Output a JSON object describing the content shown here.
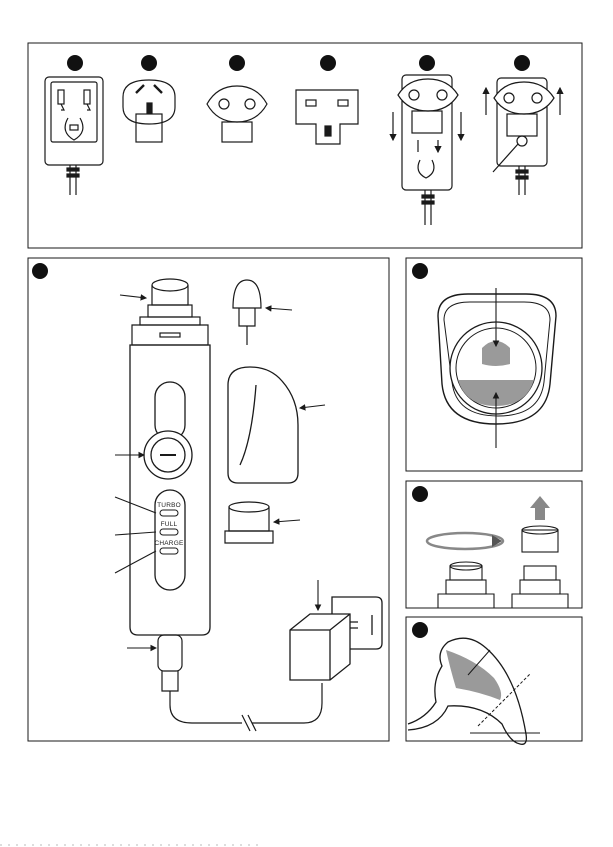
{
  "device_labels": {
    "turbo": "TURBO",
    "full": "FULL",
    "charge": "CHARGE"
  },
  "colors": {
    "line": "#1a1a1a",
    "shade": "#9a9a9a",
    "light_shade": "#c8c8c8"
  },
  "icons": [
    "adapter-plug-icon",
    "australian-plug-icon",
    "european-plug-icon",
    "uk-plug-icon",
    "power-button-icon",
    "arrow-up-icon",
    "rotate-arrow-icon"
  ]
}
